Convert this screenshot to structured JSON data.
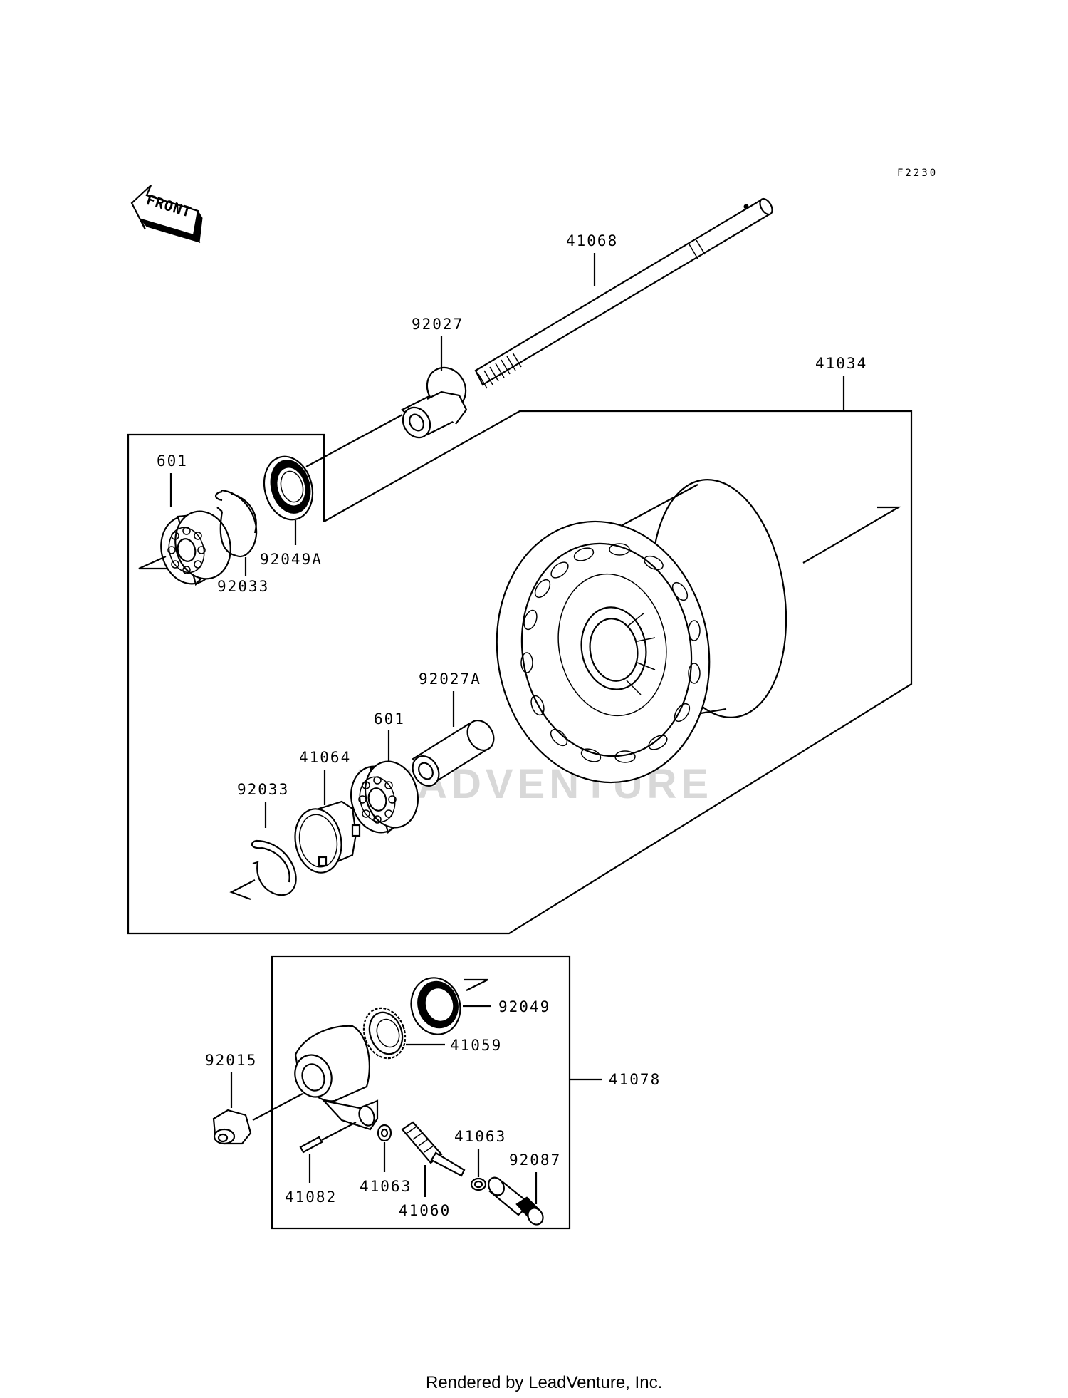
{
  "figure_code": "F2230",
  "direction_label": "FRONT",
  "watermark": "LEADVENTURE",
  "footer": "Rendered by LeadVenture, Inc.",
  "parts": {
    "p41068": "41068",
    "p92027": "92027",
    "p41034": "41034",
    "p601_top": "601",
    "p92033_top": "92033",
    "p92049A": "92049A",
    "p92027A": "92027A",
    "p601_mid": "601",
    "p41064": "41064",
    "p92033_mid": "92033",
    "p92049": "92049",
    "p41059": "41059",
    "p92015": "92015",
    "p41078": "41078",
    "p41063_right": "41063",
    "p92087": "92087",
    "p41082": "41082",
    "p41063_left": "41063",
    "p41060": "41060"
  }
}
